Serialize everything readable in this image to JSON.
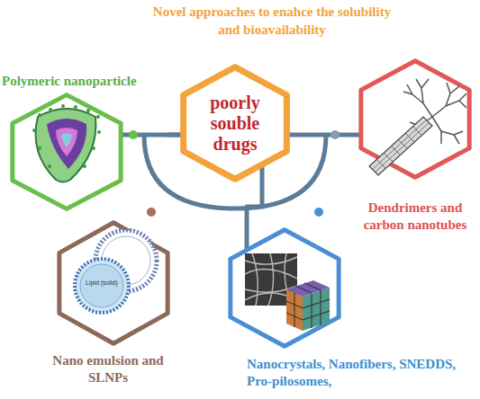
{
  "diagram": {
    "title": "Novel approaches to enahce the solubility and bioavailability",
    "nodes": [
      {
        "text": [
          "Polymeric nanoparticle"
        ]
      },
      {
        "text": [
          "poorly souble drugs"
        ]
      },
      {
        "text": [
          "Dendrimers and carbon nanotubes"
        ]
      },
      {
        "text": [
          "Nano emulsion and SLNPs"
        ]
      },
      {
        "text": [
          "Nanocrystals, Nanofibers, SNEDDS, Pro-pilosomes,"
        ]
      }
    ],
    "edges": [
      {
        "from": 1,
        "to": 0,
        "arrow": "none"
      },
      {
        "from": 1,
        "to": 2,
        "arrow": "none"
      },
      {
        "from": 1,
        "to": 3,
        "arrow": "none"
      },
      {
        "from": 1,
        "to": 4,
        "arrow": "none"
      }
    ],
    "labels": [
      "Lipid (solid)"
    ]
  }
}
